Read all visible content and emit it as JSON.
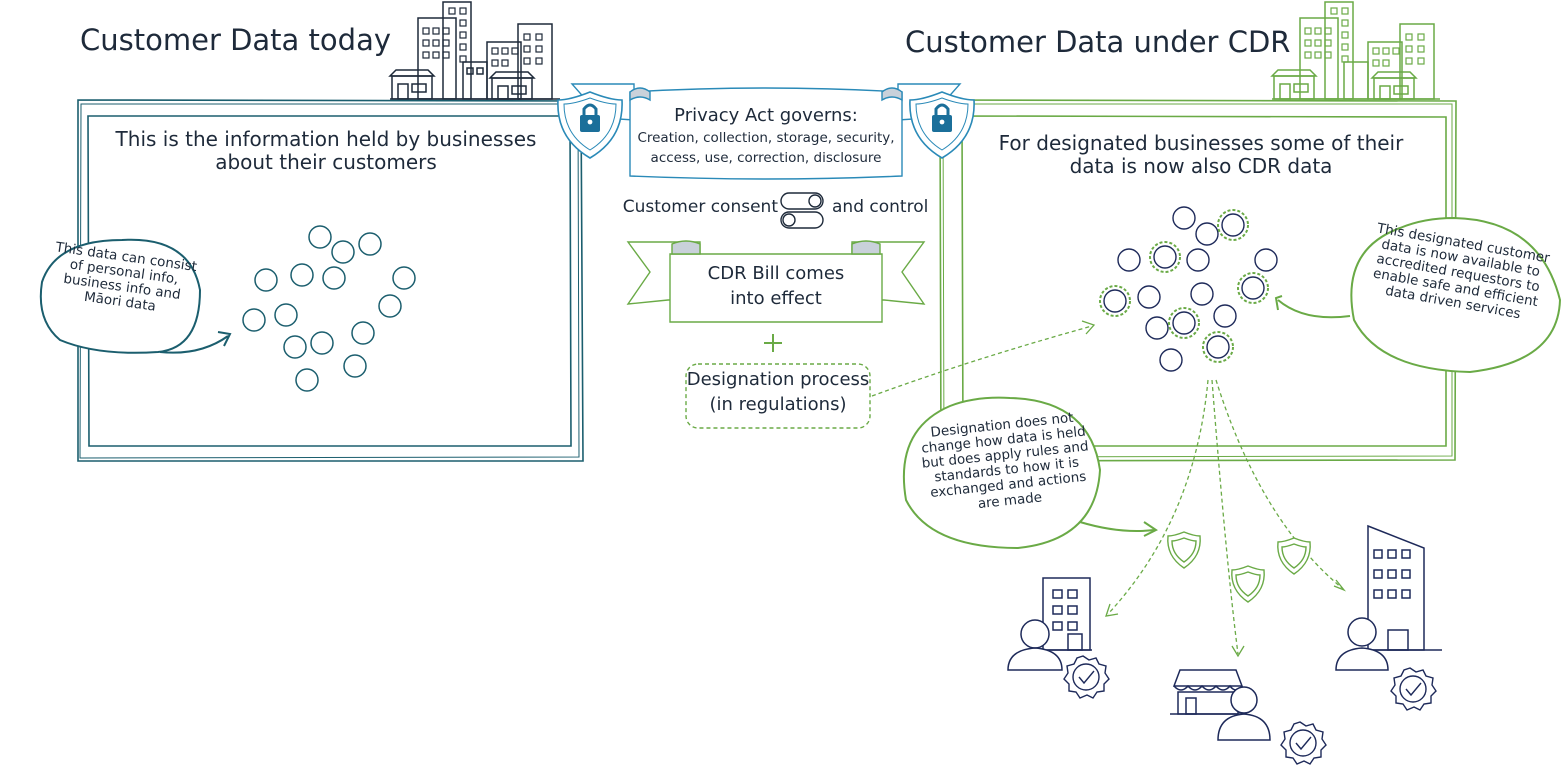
{
  "left": {
    "heading": "Customer Data today",
    "panel_text": "This is the information held by businesses about their customers",
    "bubble": "This data can consist of personal info, business info and Māori data"
  },
  "right": {
    "heading": "Customer Data under CDR",
    "panel_text": "For designated businesses some of their data is now also CDR data",
    "bubble_right": "This designated customer data is now available to accredited requestors to enable safe and efficient data driven services",
    "bubble_bottom": "Designation does not change how data is held but does apply rules and standards to how it is exchanged and actions are made"
  },
  "center": {
    "privacy_title": "Privacy Act governs:",
    "privacy_line1": "Creation, collection, storage, security,",
    "privacy_line2": "access, use, correction, disclosure",
    "consent_left": "Customer consent",
    "consent_right": "and control",
    "bill_line1": "CDR Bill comes",
    "bill_line2": "into effect",
    "plus": "+",
    "designation_line1": "Designation process",
    "designation_line2": "(in regulations)"
  },
  "colors": {
    "navy": "#1e2a5a",
    "teal": "#1b5e6e",
    "shield_blue": "#2a8ab8",
    "green": "#6aaa46",
    "light_green": "#8cc56a"
  }
}
